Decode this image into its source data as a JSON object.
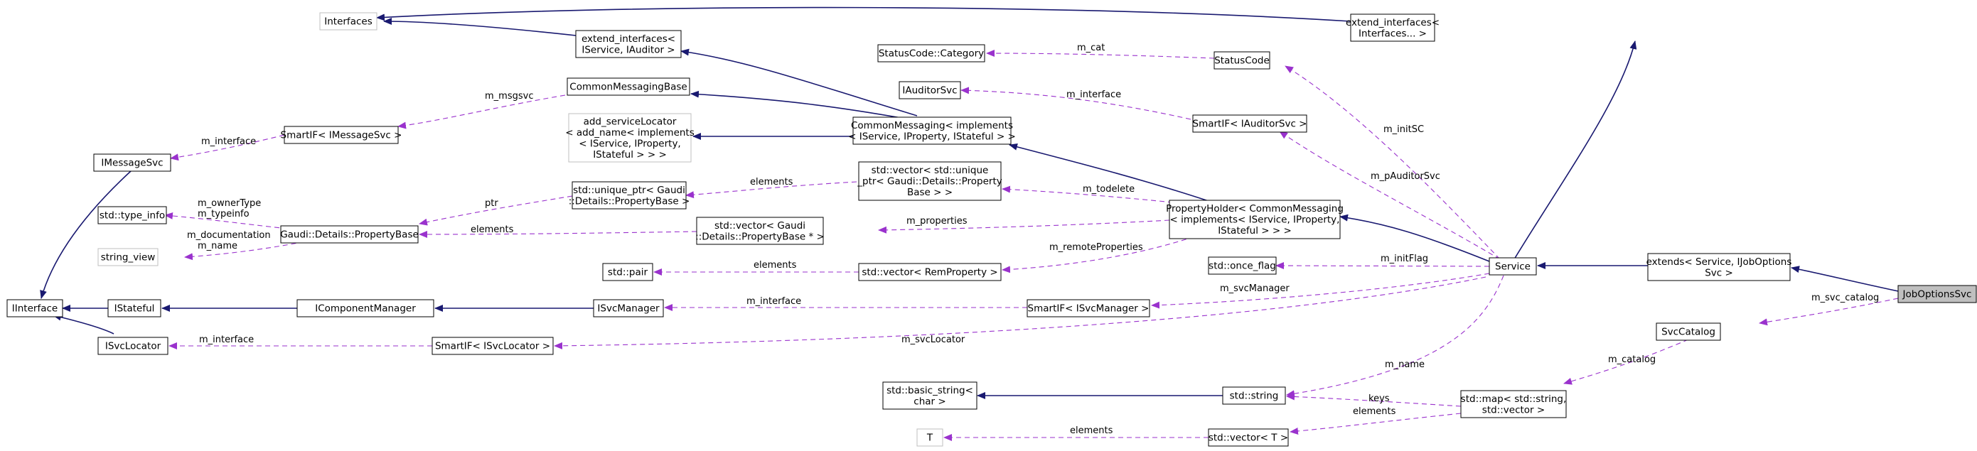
{
  "nodes": [
    {
      "id": "interfaces",
      "lines": [
        "Interfaces"
      ],
      "gray": true
    },
    {
      "id": "extend_iface_svc",
      "lines": [
        "extend_interfaces<",
        "IService, IAuditor >"
      ]
    },
    {
      "id": "extend_iface_var",
      "lines": [
        "extend_interfaces<",
        "Interfaces... >"
      ]
    },
    {
      "id": "statuscode_cat",
      "lines": [
        "StatusCode::Category"
      ]
    },
    {
      "id": "statuscode",
      "lines": [
        "StatusCode"
      ]
    },
    {
      "id": "common_messaging_base",
      "lines": [
        "CommonMessagingBase"
      ]
    },
    {
      "id": "iauditorsvc",
      "lines": [
        "IAuditorSvc"
      ]
    },
    {
      "id": "smartif_iauditorsvc",
      "lines": [
        "SmartIF< IAuditorSvc >"
      ]
    },
    {
      "id": "smartif_imessagesvc",
      "lines": [
        "SmartIF< IMessageSvc >"
      ]
    },
    {
      "id": "imessagesvc",
      "lines": [
        "IMessageSvc"
      ]
    },
    {
      "id": "add_servicelocator",
      "lines": [
        "add_serviceLocator",
        "< add_name< implements",
        "< IService, IProperty,",
        "IStateful > > >"
      ],
      "gray": true
    },
    {
      "id": "common_messaging",
      "lines": [
        "CommonMessaging< implements",
        "< IService, IProperty, IStateful > >"
      ]
    },
    {
      "id": "vector_unique_ptr",
      "lines": [
        "std::vector< std::unique",
        "_ptr< Gaudi::Details::Property",
        "Base > >"
      ]
    },
    {
      "id": "unique_ptr_pb",
      "lines": [
        "std::unique_ptr< Gaudi",
        "::Details::PropertyBase >"
      ]
    },
    {
      "id": "type_info",
      "lines": [
        "std::type_info"
      ]
    },
    {
      "id": "property_base",
      "lines": [
        "Gaudi::Details::PropertyBase"
      ]
    },
    {
      "id": "string_view",
      "lines": [
        "string_view"
      ],
      "gray": true
    },
    {
      "id": "vector_pb_ptr",
      "lines": [
        "std::vector< Gaudi",
        "::Details::PropertyBase * >"
      ]
    },
    {
      "id": "property_holder",
      "lines": [
        "PropertyHolder< CommonMessaging",
        "< implements< IService, IProperty,",
        "IStateful > > >"
      ]
    },
    {
      "id": "std_pair",
      "lines": [
        "std::pair"
      ]
    },
    {
      "id": "vector_remproperty",
      "lines": [
        "std::vector< RemProperty >"
      ]
    },
    {
      "id": "once_flag",
      "lines": [
        "std::once_flag"
      ]
    },
    {
      "id": "service",
      "lines": [
        "Service"
      ]
    },
    {
      "id": "extends_service",
      "lines": [
        "extends< Service, IJobOptions",
        "Svc >"
      ]
    },
    {
      "id": "joboptionssvc",
      "lines": [
        "JobOptionsSvc"
      ],
      "highlight": true
    },
    {
      "id": "iinterface",
      "lines": [
        "IInterface"
      ]
    },
    {
      "id": "istateful",
      "lines": [
        "IStateful"
      ]
    },
    {
      "id": "icomponentmanager",
      "lines": [
        "IComponentManager"
      ]
    },
    {
      "id": "isvcmanager",
      "lines": [
        "ISvcManager"
      ]
    },
    {
      "id": "smartif_isvcmanager",
      "lines": [
        "SmartIF< ISvcManager >"
      ]
    },
    {
      "id": "isvclocator",
      "lines": [
        "ISvcLocator"
      ]
    },
    {
      "id": "smartif_isvclocator",
      "lines": [
        "SmartIF< ISvcLocator >"
      ]
    },
    {
      "id": "svccatalog",
      "lines": [
        "SvcCatalog"
      ]
    },
    {
      "id": "basic_string",
      "lines": [
        "std::basic_string<",
        "char >"
      ]
    },
    {
      "id": "std_string",
      "lines": [
        "std::string"
      ]
    },
    {
      "id": "std_map",
      "lines": [
        "std::map< std::string,",
        "std::vector >"
      ]
    },
    {
      "id": "t",
      "lines": [
        "T"
      ],
      "gray": true
    },
    {
      "id": "vector_t",
      "lines": [
        "std::vector< T >"
      ]
    }
  ],
  "edge_labels": {
    "m_cat": "m_cat",
    "m_initSC": "m_initSC",
    "m_msgsvc": "m_msgsvc",
    "m_interface": "m_interface",
    "m_pAuditorSvc": "m_pAuditorSvc",
    "elements": "elements",
    "m_todelete": "m_todelete",
    "ptr": "ptr",
    "m_ownerType": "m_ownerType",
    "m_typeinfo": "m_typeinfo",
    "m_properties": "m_properties",
    "m_documentation": "m_documentation",
    "m_name": "m_name",
    "m_remoteProperties": "m_remoteProperties",
    "m_initFlag": "m_initFlag",
    "m_svcManager": "m_svcManager",
    "m_svc_catalog": "m_svc_catalog",
    "m_svcLocator": "m_svcLocator",
    "m_catalog": "m_catalog",
    "keys": "keys"
  },
  "colors": {
    "inheritance": "#191970",
    "usage": "#9a32cd",
    "highlight_fill": "#bfbfbf",
    "gray_border": "#bfbfbf"
  }
}
